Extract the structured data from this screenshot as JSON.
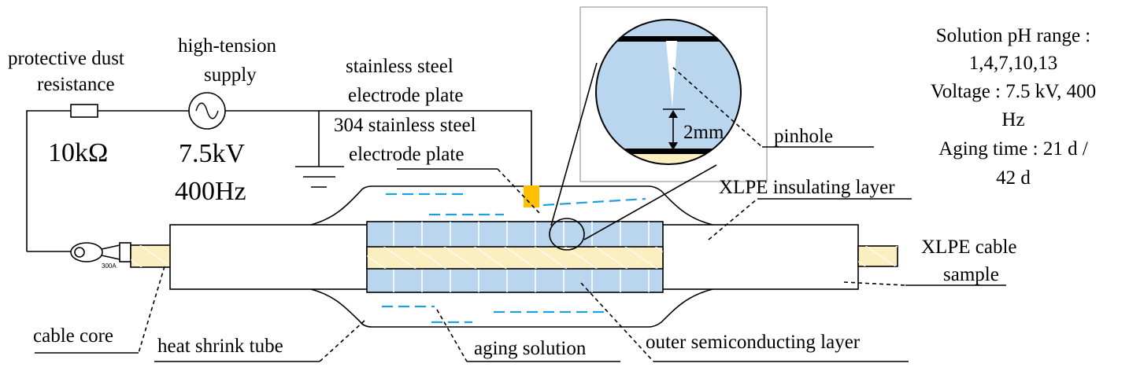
{
  "labels": {
    "protective_dust_resistance": [
      "protective dust",
      "resistance"
    ],
    "resistance_value": "10kΩ",
    "high_tension_supply": [
      "high-tension",
      "supply"
    ],
    "supply_voltage": "7.5kV",
    "supply_frequency": "400Hz",
    "stainless_steel_electrode_plate": [
      "stainless steel",
      "electrode plate"
    ],
    "electrode_304": [
      "304 stainless steel",
      "electrode plate"
    ],
    "pinhole_distance": "2mm",
    "pinhole": "pinhole",
    "xlpe_insulating_layer": "XLPE insulating layer",
    "xlpe_cable_sample": [
      "XLPE cable",
      "sample"
    ],
    "cable_core": "cable core",
    "heat_shrink_tube": "heat shrink tube",
    "aging_solution": "aging solution",
    "outer_semiconducting_layer": "outer semiconducting layer",
    "lug_marking": "300A"
  },
  "conditions": [
    "Solution pH range :",
    "1,4,7,10,13",
    "Voltage : 7.5 kV, 400",
    "Hz",
    "Aging time : 21 d /",
    "42 d"
  ],
  "colors": {
    "insulation_blue": "#bad5ee",
    "core_yellow": "#fbeec0",
    "electrode_gold": "#ffc000",
    "solution_blue": "#1f9fe0"
  }
}
